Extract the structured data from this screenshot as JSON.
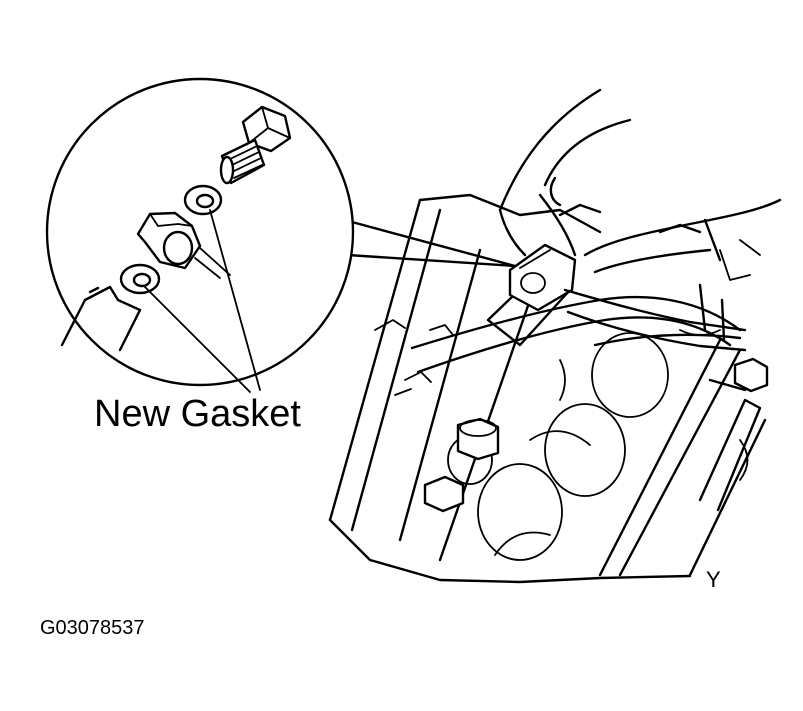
{
  "labels": {
    "new_gasket": "New Gasket",
    "figure_id": "G03078537",
    "view_marker": "Y"
  },
  "colors": {
    "line": "#000000",
    "background": "#ffffff"
  }
}
